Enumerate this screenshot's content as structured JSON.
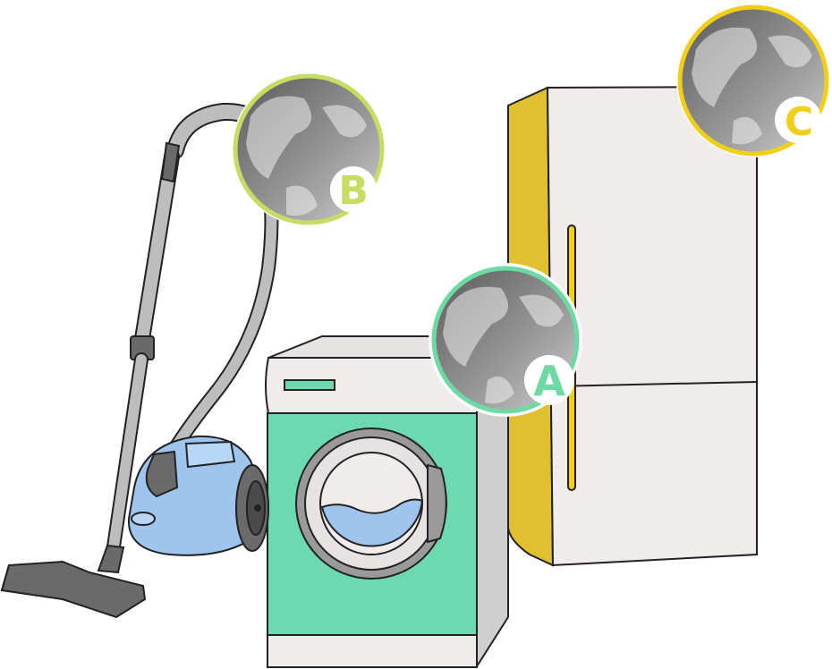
{
  "badges": {
    "a": {
      "letter": "A",
      "color": "#6dd9a3"
    },
    "b": {
      "letter": "B",
      "color": "#c5dd62"
    },
    "c": {
      "letter": "C",
      "color": "#f0cf1a"
    }
  },
  "icons": {
    "globe": "globe-icon",
    "vacuum": "vacuum-cleaner-icon",
    "washer": "washing-machine-icon",
    "fridge": "refrigerator-icon"
  },
  "colors": {
    "fridge_side": "#e0bf30",
    "fridge_front": "#efeceb",
    "washer_body": "#6dd9b0",
    "vacuum_body": "#9fc5ef",
    "hose": "#bdbdbd",
    "globe_dark": "#6e6e6e",
    "globe_light": "#c8c8c8"
  }
}
